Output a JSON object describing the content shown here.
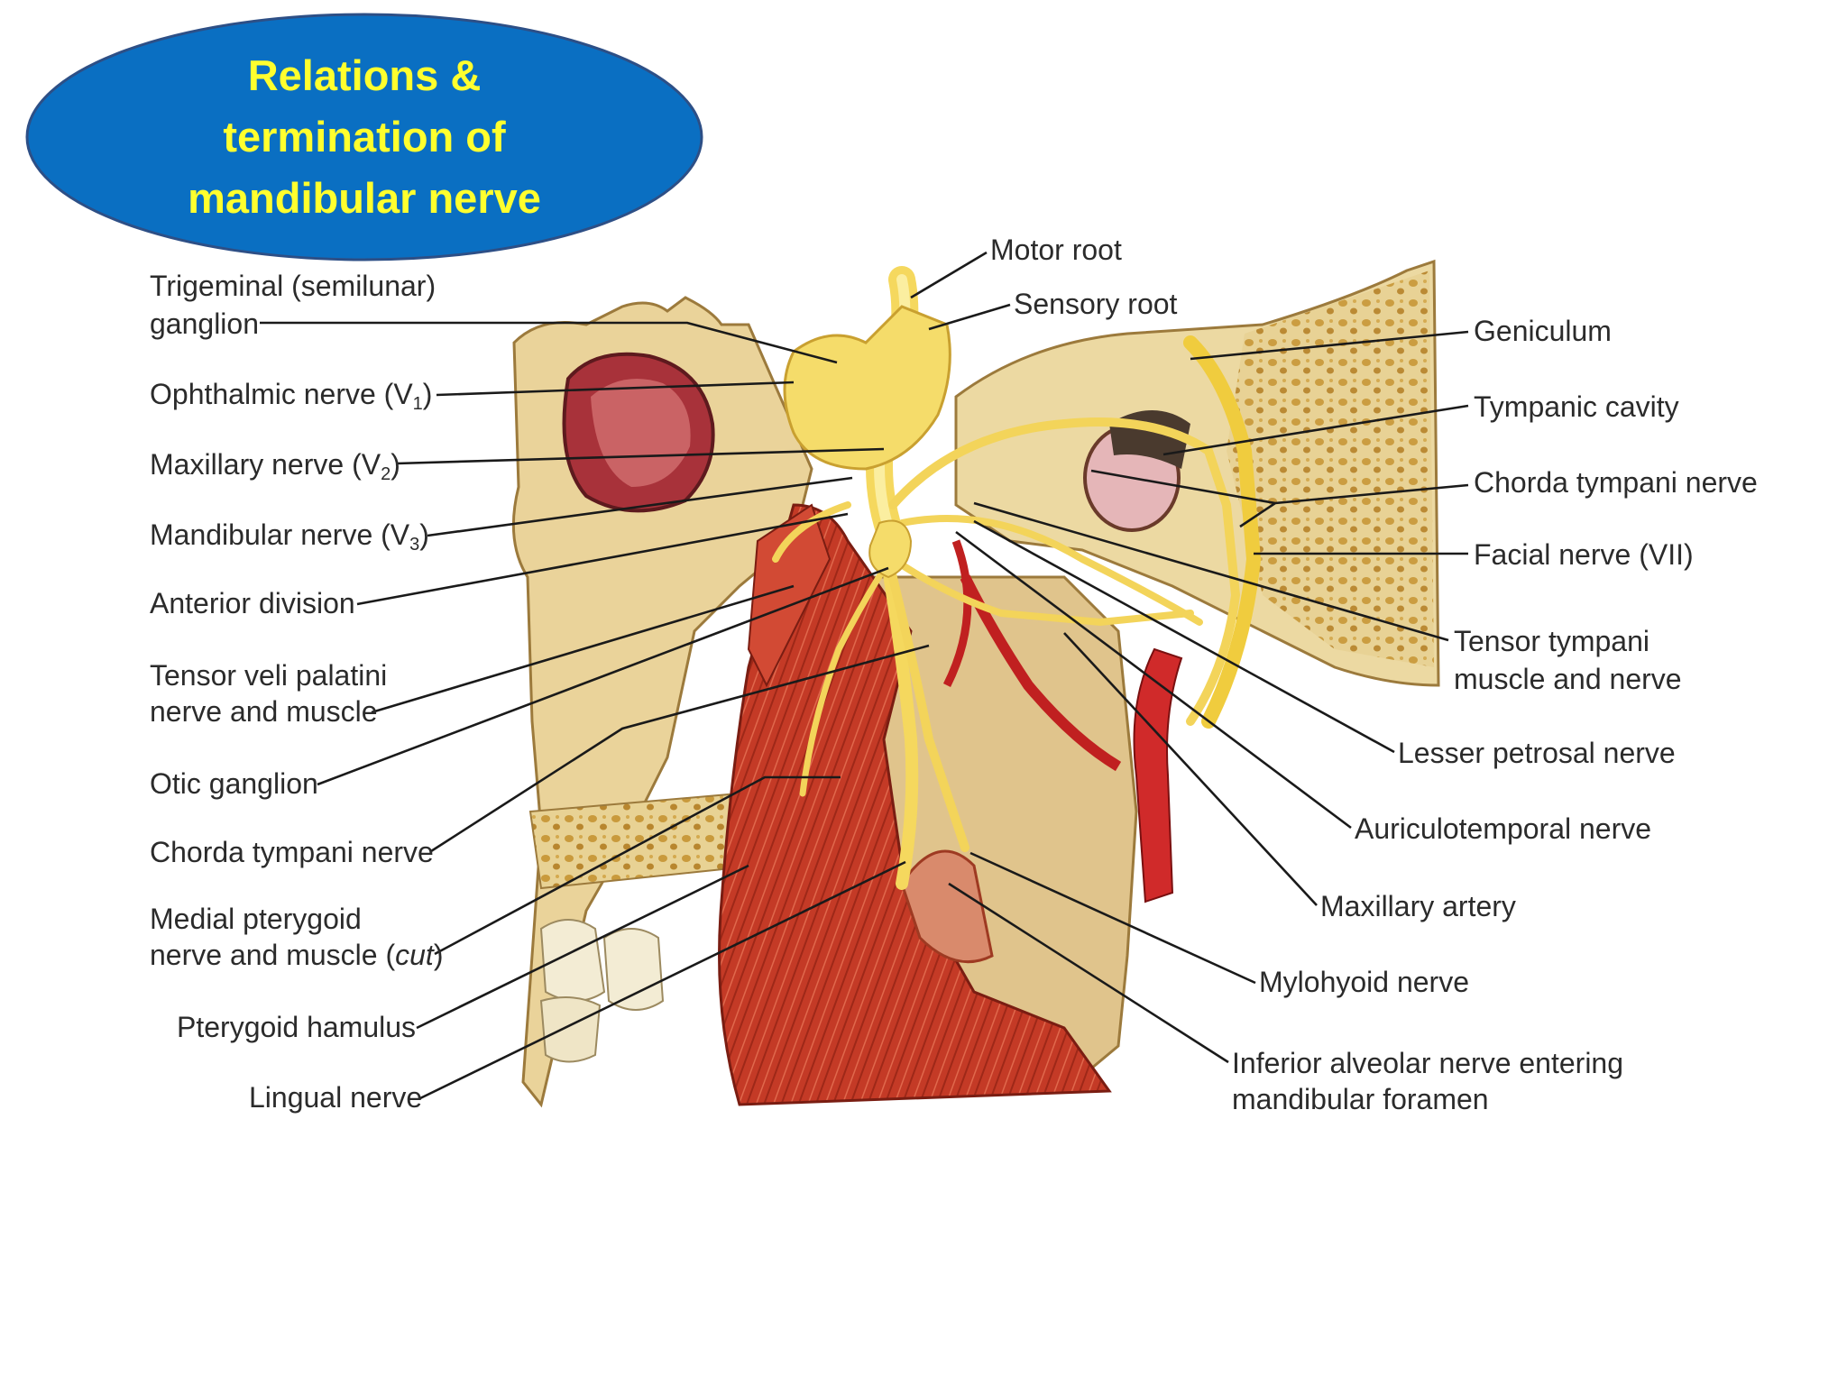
{
  "title": {
    "line1": "Relations &",
    "line2": "termination of",
    "line3": "mandibular nerve",
    "fill": "#0a6fc2",
    "text_color": "#ffff2e"
  },
  "labels_left": {
    "trigeminal_1": "Trigeminal (semilunar)",
    "trigeminal_2": "ganglion",
    "ophthalmic": "Ophthalmic nerve (V",
    "ophthalmic_sub": "1",
    "maxillary": "Maxillary nerve (V",
    "maxillary_sub": "2",
    "mandibular": "Mandibular nerve (V",
    "mandibular_sub": "3",
    "anterior_division": "Anterior division",
    "tensor_veli_1": "Tensor veli palatini",
    "tensor_veli_2": "nerve and muscle",
    "otic_ganglion": "Otic ganglion",
    "chorda_left": "Chorda tympani nerve",
    "medial_pterygoid_1": "Medial pterygoid",
    "medial_pterygoid_2": "nerve and muscle (",
    "medial_pterygoid_cut": "cut",
    "pterygoid_hamulus": "Pterygoid hamulus",
    "lingual_nerve": "Lingual nerve"
  },
  "labels_top": {
    "motor_root": "Motor root",
    "sensory_root": "Sensory root"
  },
  "labels_right": {
    "geniculum": "Geniculum",
    "tympanic_cavity": "Tympanic cavity",
    "chorda_right": "Chorda tympani nerve",
    "facial_nerve": "Facial nerve (VII)",
    "tensor_tympani_1": "Tensor tympani",
    "tensor_tympani_2": "muscle and nerve",
    "lesser_petrosal": "Lesser petrosal nerve",
    "auriculotemporal": "Auriculotemporal nerve",
    "maxillary_artery": "Maxillary artery",
    "mylohyoid": "Mylohyoid nerve",
    "inferior_alveolar_1": "Inferior alveolar nerve entering",
    "inferior_alveolar_2": "mandibular foramen"
  },
  "colors": {
    "bone": "#ecd9a2",
    "bone_dark": "#c9a45a",
    "muscle": "#c0392b",
    "muscle_light": "#e0553f",
    "nerve": "#f7e27a",
    "artery": "#d02a2a"
  }
}
